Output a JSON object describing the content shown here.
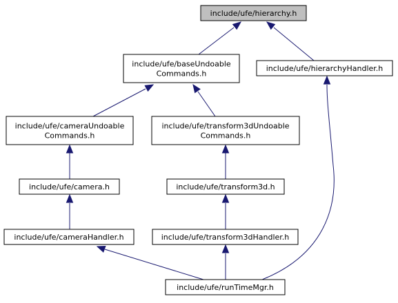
{
  "diagram": {
    "nodes": [
      {
        "id": "hierarchy",
        "lines": [
          "include/ufe/hierarchy.h"
        ],
        "root": true
      },
      {
        "id": "baseUndoableCommands",
        "lines": [
          "include/ufe/baseUndoable",
          "Commands.h"
        ]
      },
      {
        "id": "hierarchyHandler",
        "lines": [
          "include/ufe/hierarchyHandler.h"
        ]
      },
      {
        "id": "cameraUndoableCommands",
        "lines": [
          "include/ufe/cameraUndoable",
          "Commands.h"
        ]
      },
      {
        "id": "transform3dUndoableCommands",
        "lines": [
          "include/ufe/transform3dUndoable",
          "Commands.h"
        ]
      },
      {
        "id": "camera",
        "lines": [
          "include/ufe/camera.h"
        ]
      },
      {
        "id": "transform3d",
        "lines": [
          "include/ufe/transform3d.h"
        ]
      },
      {
        "id": "cameraHandler",
        "lines": [
          "include/ufe/cameraHandler.h"
        ]
      },
      {
        "id": "transform3dHandler",
        "lines": [
          "include/ufe/transform3dHandler.h"
        ]
      },
      {
        "id": "runTimeMgr",
        "lines": [
          "include/ufe/runTimeMgr.h"
        ]
      }
    ],
    "edges": [
      {
        "from": "baseUndoableCommands",
        "to": "hierarchy"
      },
      {
        "from": "hierarchyHandler",
        "to": "hierarchy"
      },
      {
        "from": "cameraUndoableCommands",
        "to": "baseUndoableCommands"
      },
      {
        "from": "transform3dUndoableCommands",
        "to": "baseUndoableCommands"
      },
      {
        "from": "camera",
        "to": "cameraUndoableCommands"
      },
      {
        "from": "transform3d",
        "to": "transform3dUndoableCommands"
      },
      {
        "from": "cameraHandler",
        "to": "camera"
      },
      {
        "from": "transform3dHandler",
        "to": "transform3d"
      },
      {
        "from": "runTimeMgr",
        "to": "cameraHandler"
      },
      {
        "from": "runTimeMgr",
        "to": "transform3dHandler"
      },
      {
        "from": "runTimeMgr",
        "to": "hierarchyHandler"
      }
    ],
    "colors": {
      "edge": "#191970",
      "root_fill": "#bfbfbf",
      "node_fill": "#ffffff",
      "border": "#000000"
    }
  }
}
